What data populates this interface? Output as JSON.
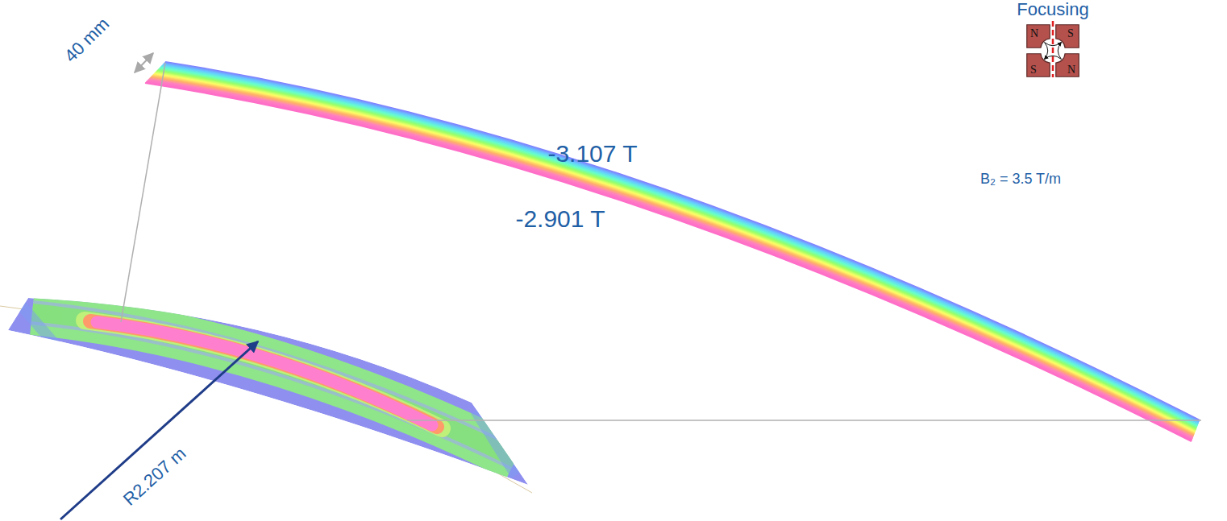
{
  "diagram": {
    "nodes": [
      {
        "text": [
          "N"
        ]
      },
      {
        "text": [
          "S"
        ]
      },
      {
        "text": [
          "S"
        ]
      },
      {
        "text": [
          "N"
        ]
      }
    ],
    "edges": [
      {
        "from": 0,
        "to": 1,
        "arrow": "to"
      },
      {
        "from": 3,
        "to": 1,
        "arrow": "to"
      },
      {
        "from": 0,
        "to": 2,
        "arrow": "to"
      },
      {
        "from": 3,
        "to": 2,
        "arrow": "to"
      }
    ],
    "labels": [
      "Focusing",
      "B₂ = 3.5 T/m",
      "-3.107 T",
      "-2.901 T",
      "40 mm",
      "R2.207 m"
    ]
  }
}
